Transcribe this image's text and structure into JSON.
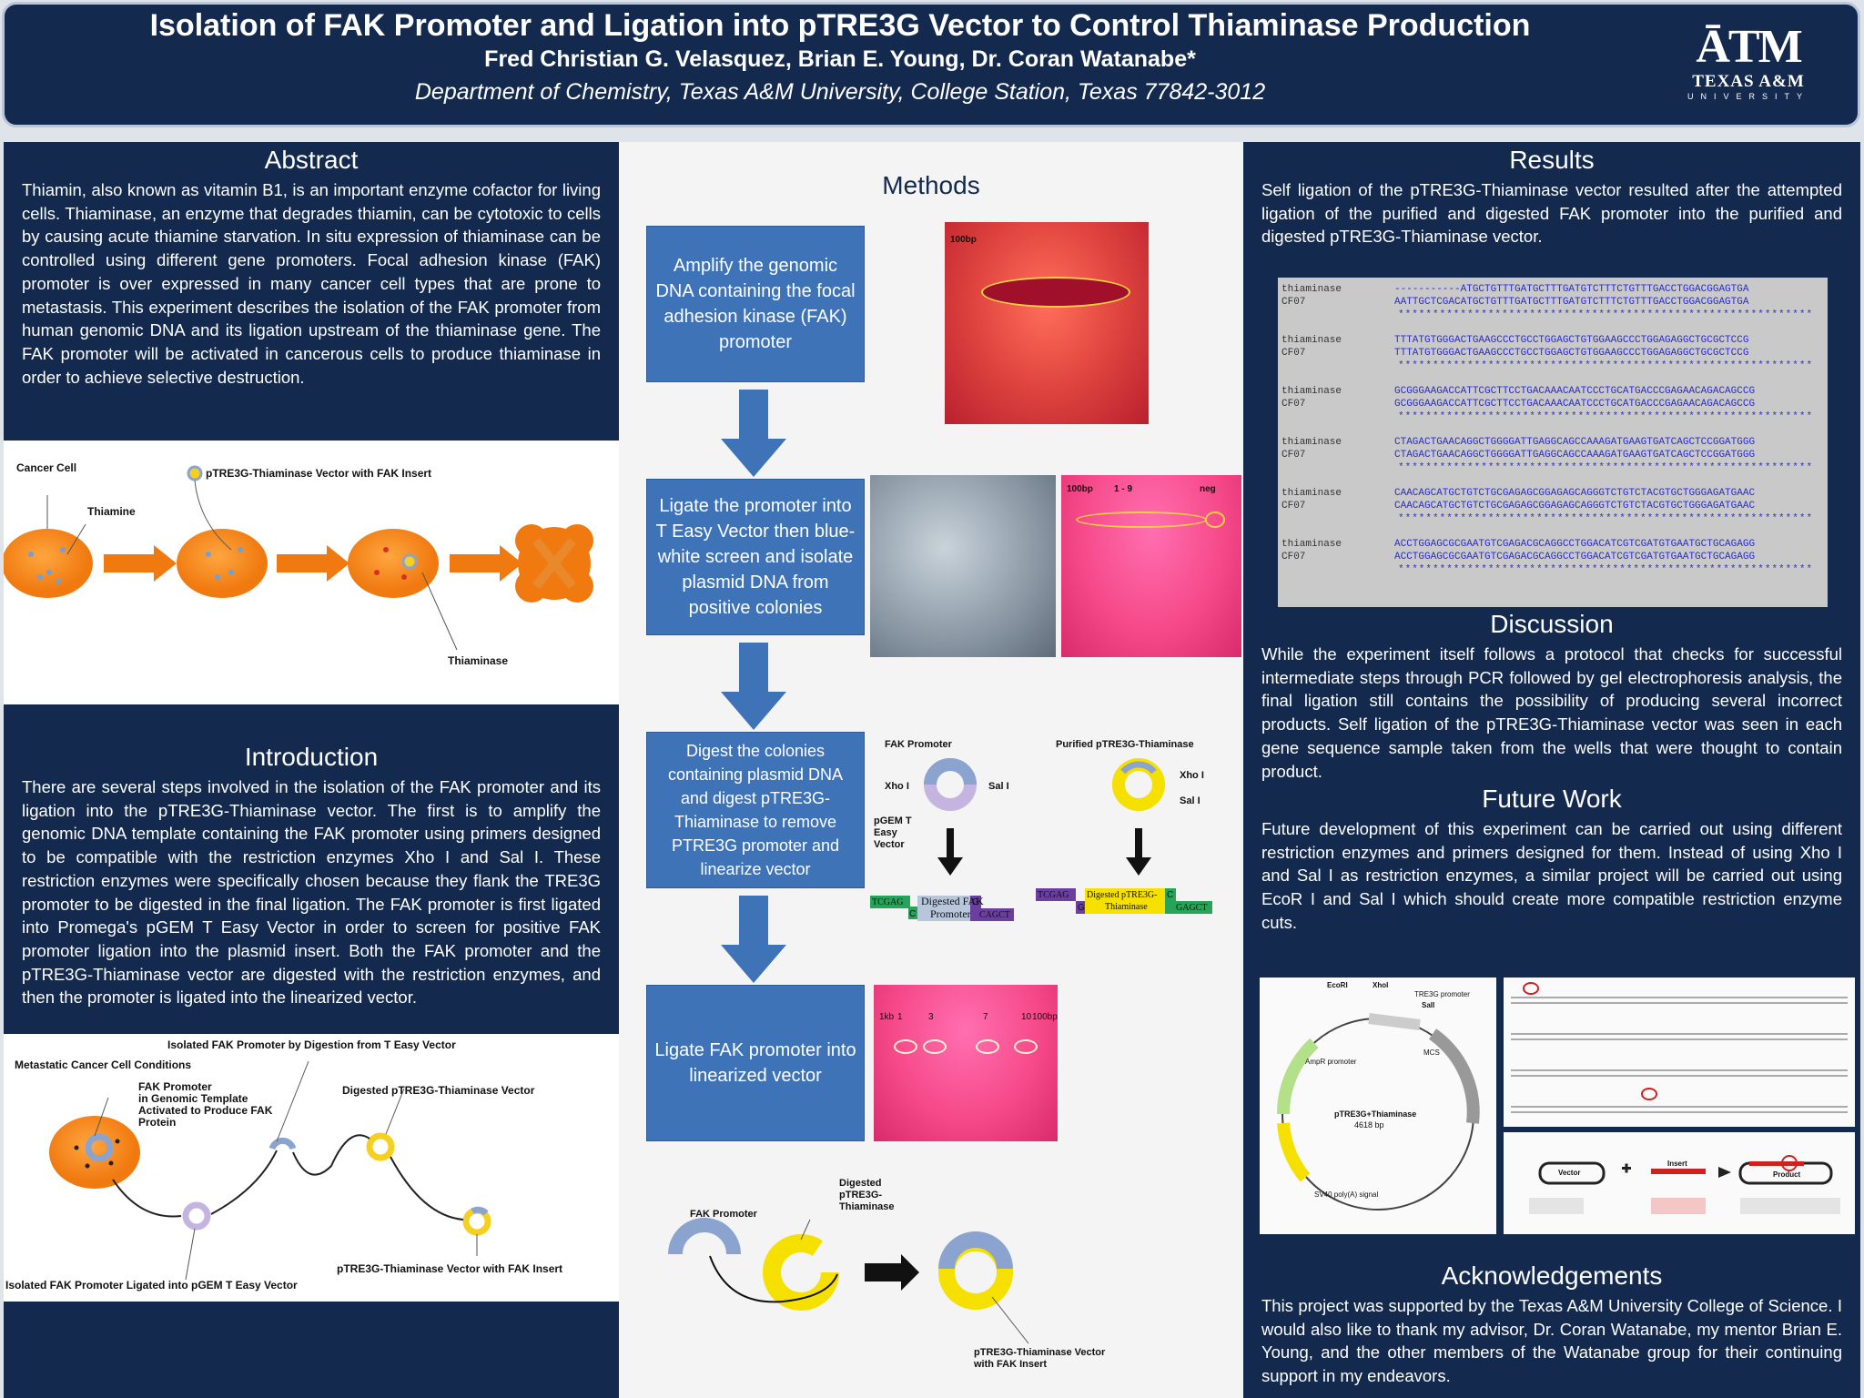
{
  "header": {
    "title": "Isolation of FAK Promoter and Ligation into pTRE3G Vector to Control Thiaminase Production",
    "authors": "Fred Christian G. Velasquez, Brian E. Young, Dr. Coran Watanabe*",
    "department": "Department of Chemistry, Texas A&M University, College Station, Texas 77842-3012",
    "logo_text": "TEXAS A&M",
    "logo_sub": "UNIVERSITY"
  },
  "abstract": {
    "heading": "Abstract",
    "text": "Thiamin, also known as vitamin B1, is an important enzyme cofactor for living cells. Thiaminase, an enzyme that degrades thiamin, can be cytotoxic to cells by causing acute thiamine starvation. In situ expression of thiaminase can be controlled using different gene promoters. Focal adhesion kinase (FAK) promoter is over expressed in many cancer cell types that are prone to metastasis. This experiment describes the isolation of the FAK promoter from human genomic DNA and its ligation upstream of the thiaminase gene. The FAK promoter will be activated in cancerous cells to produce thiaminase in order to achieve selective destruction."
  },
  "diagram1": {
    "cancer_cell": "Cancer Cell",
    "vector": "pTRE3G-Thiaminase Vector with FAK Insert",
    "thiamine": "Thiamine",
    "thiaminase": "Thiaminase"
  },
  "introduction": {
    "heading": "Introduction",
    "text": "There are several steps involved in the isolation of the FAK promoter and its ligation into the pTRE3G-Thiaminase vector. The first is to amplify the genomic DNA template containing the FAK promoter using primers designed to be compatible with the restriction enzymes Xho I and Sal I. These restriction enzymes were specifically chosen because they flank the TRE3G promoter to be digested in the final ligation. The FAK promoter is first ligated into Promega's pGEM T Easy Vector in order to screen for positive FAK promoter ligation into the plasmid insert. Both the FAK promoter and the pTRE3G-Thiaminase vector are digested with the restriction enzymes, and then the promoter is ligated into the linearized vector."
  },
  "diagram2": {
    "isolated_title": "Isolated FAK Promoter by Digestion from T Easy Vector",
    "conditions": "Metastatic Cancer Cell Conditions",
    "fak_line1": "FAK Promoter",
    "fak_line2": "in Genomic Template",
    "fak_line3": "Activated to Produce FAK",
    "fak_line4": "Protein",
    "digested": "Digested pTRE3G-Thiaminase Vector",
    "with_insert": "pTRE3G-Thiaminase Vector with FAK Insert",
    "ligated": "Isolated FAK Promoter Ligated into pGEM T Easy Vector"
  },
  "methods": {
    "heading": "Methods",
    "steps": [
      "Amplify the genomic DNA containing the focal adhesion kinase (FAK) promoter",
      "Ligate the promoter into T Easy Vector then blue-white screen and isolate plasmid DNA from positive colonies",
      "Digest the colonies containing plasmid DNA and digest pTRE3G-Thiaminase to remove PTRE3G promoter and linearize vector",
      "Ligate FAK promoter into linearized vector"
    ],
    "gel1_label": "100bp",
    "gel2_left": "100bp",
    "gel2_mid": "1 - 9",
    "gel2_right": "neg",
    "gel3_labels": [
      "1kb",
      "1",
      "3",
      "7",
      "10",
      "100bp"
    ],
    "digest": {
      "fak_promoter": "FAK Promoter",
      "purified": "Purified pTRE3G-Thiaminase",
      "xho": "Xho I",
      "sal": "Sal I",
      "pgem1": "pGEM T",
      "pgem2": "Easy",
      "pgem3": "Vector",
      "tcgag": "TCGAG",
      "c": "C",
      "g": "G",
      "cagct": "CAGCT",
      "gagct": "GAGCT",
      "digested_fak1": "Digested FAK",
      "digested_fak2": "Promoter",
      "digested_ptre1": "Digested pTRE3G-",
      "digested_ptre2": "Thiaminase"
    },
    "ligation": {
      "fak_promoter": "FAK Promoter",
      "digested1": "Digested",
      "digested2": "pTRE3G-",
      "digested3": "Thiaminase",
      "result1": "pTRE3G-Thiaminase Vector",
      "result2": "with FAK Insert"
    }
  },
  "results": {
    "heading": "Results",
    "text": "Self ligation of the pTRE3G-Thiaminase vector resulted after the attempted ligation of the purified and digested FAK promoter into the purified and digested pTRE3G-Thiaminase vector.",
    "alignment": [
      {
        "a": "thiaminase",
        "sa": "-----------ATGCTGTTTGATGCTTTGATGTCTTTCTGTTTGACCTGGACGGAGTGA",
        "b": "CF07",
        "sb": "AATTGCTCGACATGCTGTTTGATGCTTTGATGTCTTTCTGTTTGACCTGGACGGAGTGA"
      },
      {
        "a": "thiaminase",
        "sa": "TTTATGTGGGACTGAAGCCCTGCCTGGAGCTGTGGAAGCCCTGGAGAGGCTGCGCTCCG",
        "b": "CF07",
        "sb": "TTTATGTGGGACTGAAGCCCTGCCTGGAGCTGTGGAAGCCCTGGAGAGGCTGCGCTCCG"
      },
      {
        "a": "thiaminase",
        "sa": "GCGGGAAGACCATTCGCTTCCTGACAAACAATCCCTGCATGACCCGAGAACAGACAGCCG",
        "b": "CF07",
        "sb": "GCGGGAAGACCATTCGCTTCCTGACAAACAATCCCTGCATGACCCGAGAACAGACAGCCG"
      },
      {
        "a": "thiaminase",
        "sa": "CTAGACTGAACAGGCTGGGGATTGAGGCAGCCAAAGATGAAGTGATCAGCTCCGGATGGG",
        "b": "CF07",
        "sb": "CTAGACTGAACAGGCTGGGGATTGAGGCAGCCAAAGATGAAGTGATCAGCTCCGGATGGG"
      },
      {
        "a": "thiaminase",
        "sa": "CAACAGCATGCTGTCTGCGAGAGCGGAGAGCAGGGTCTGTCTACGTGCTGGGAGATGAAC",
        "b": "CF07",
        "sb": "CAACAGCATGCTGTCTGCGAGAGCGGAGAGCAGGGTCTGTCTACGTGCTGGGAGATGAAC"
      },
      {
        "a": "thiaminase",
        "sa": "ACCTGGAGCGCGAATGTCGAGACGCAGGCCTGGACATCGTCGATGTGAATGCTGCAGAGG",
        "b": "CF07",
        "sb": "ACCTGGAGCGCGAATGTCGAGACGCAGGCCTGGACATCGTCGATGTGAATGCTGCAGAGG"
      }
    ],
    "stars": "************************************************************"
  },
  "discussion": {
    "heading": "Discussion",
    "text": "While the experiment itself follows a protocol that checks for successful intermediate steps through PCR followed by gel electrophoresis analysis, the final ligation still contains the possibility of producing several incorrect products.  Self ligation of the pTRE3G-Thiaminase vector was seen in each gene sequence sample taken from the wells that were thought to contain product."
  },
  "future": {
    "heading": "Future Work",
    "text": "Future development of this experiment can be carried out using different restriction enzymes and primers designed for them. Instead of using Xho I and Sal I as restriction enzymes, a similar project will be carried out using EcoR I and Sal I which should create more compatible restriction enzyme cuts."
  },
  "plasmid": {
    "name": "pTRE3G+Thiaminase",
    "size": "4618 bp",
    "ecori": "EcoRI",
    "xhoi": "XhoI",
    "sali": "SalI",
    "tre3g": "TRE3G promoter",
    "mcs": "MCS",
    "ampr": "AmpR promoter",
    "polya": "SV40 poly(A) signal",
    "lig_vector": "Vector",
    "lig_insert": "Insert",
    "lig_product": "Product"
  },
  "acknowledgements": {
    "heading": "Acknowledgements",
    "text": "This project was supported by the Texas A&M University College of Science. I would also like to thank my advisor, Dr. Coran Watanabe, my mentor Brian E. Young, and the other members of the Watanabe group for their continuing support in my endeavors."
  }
}
